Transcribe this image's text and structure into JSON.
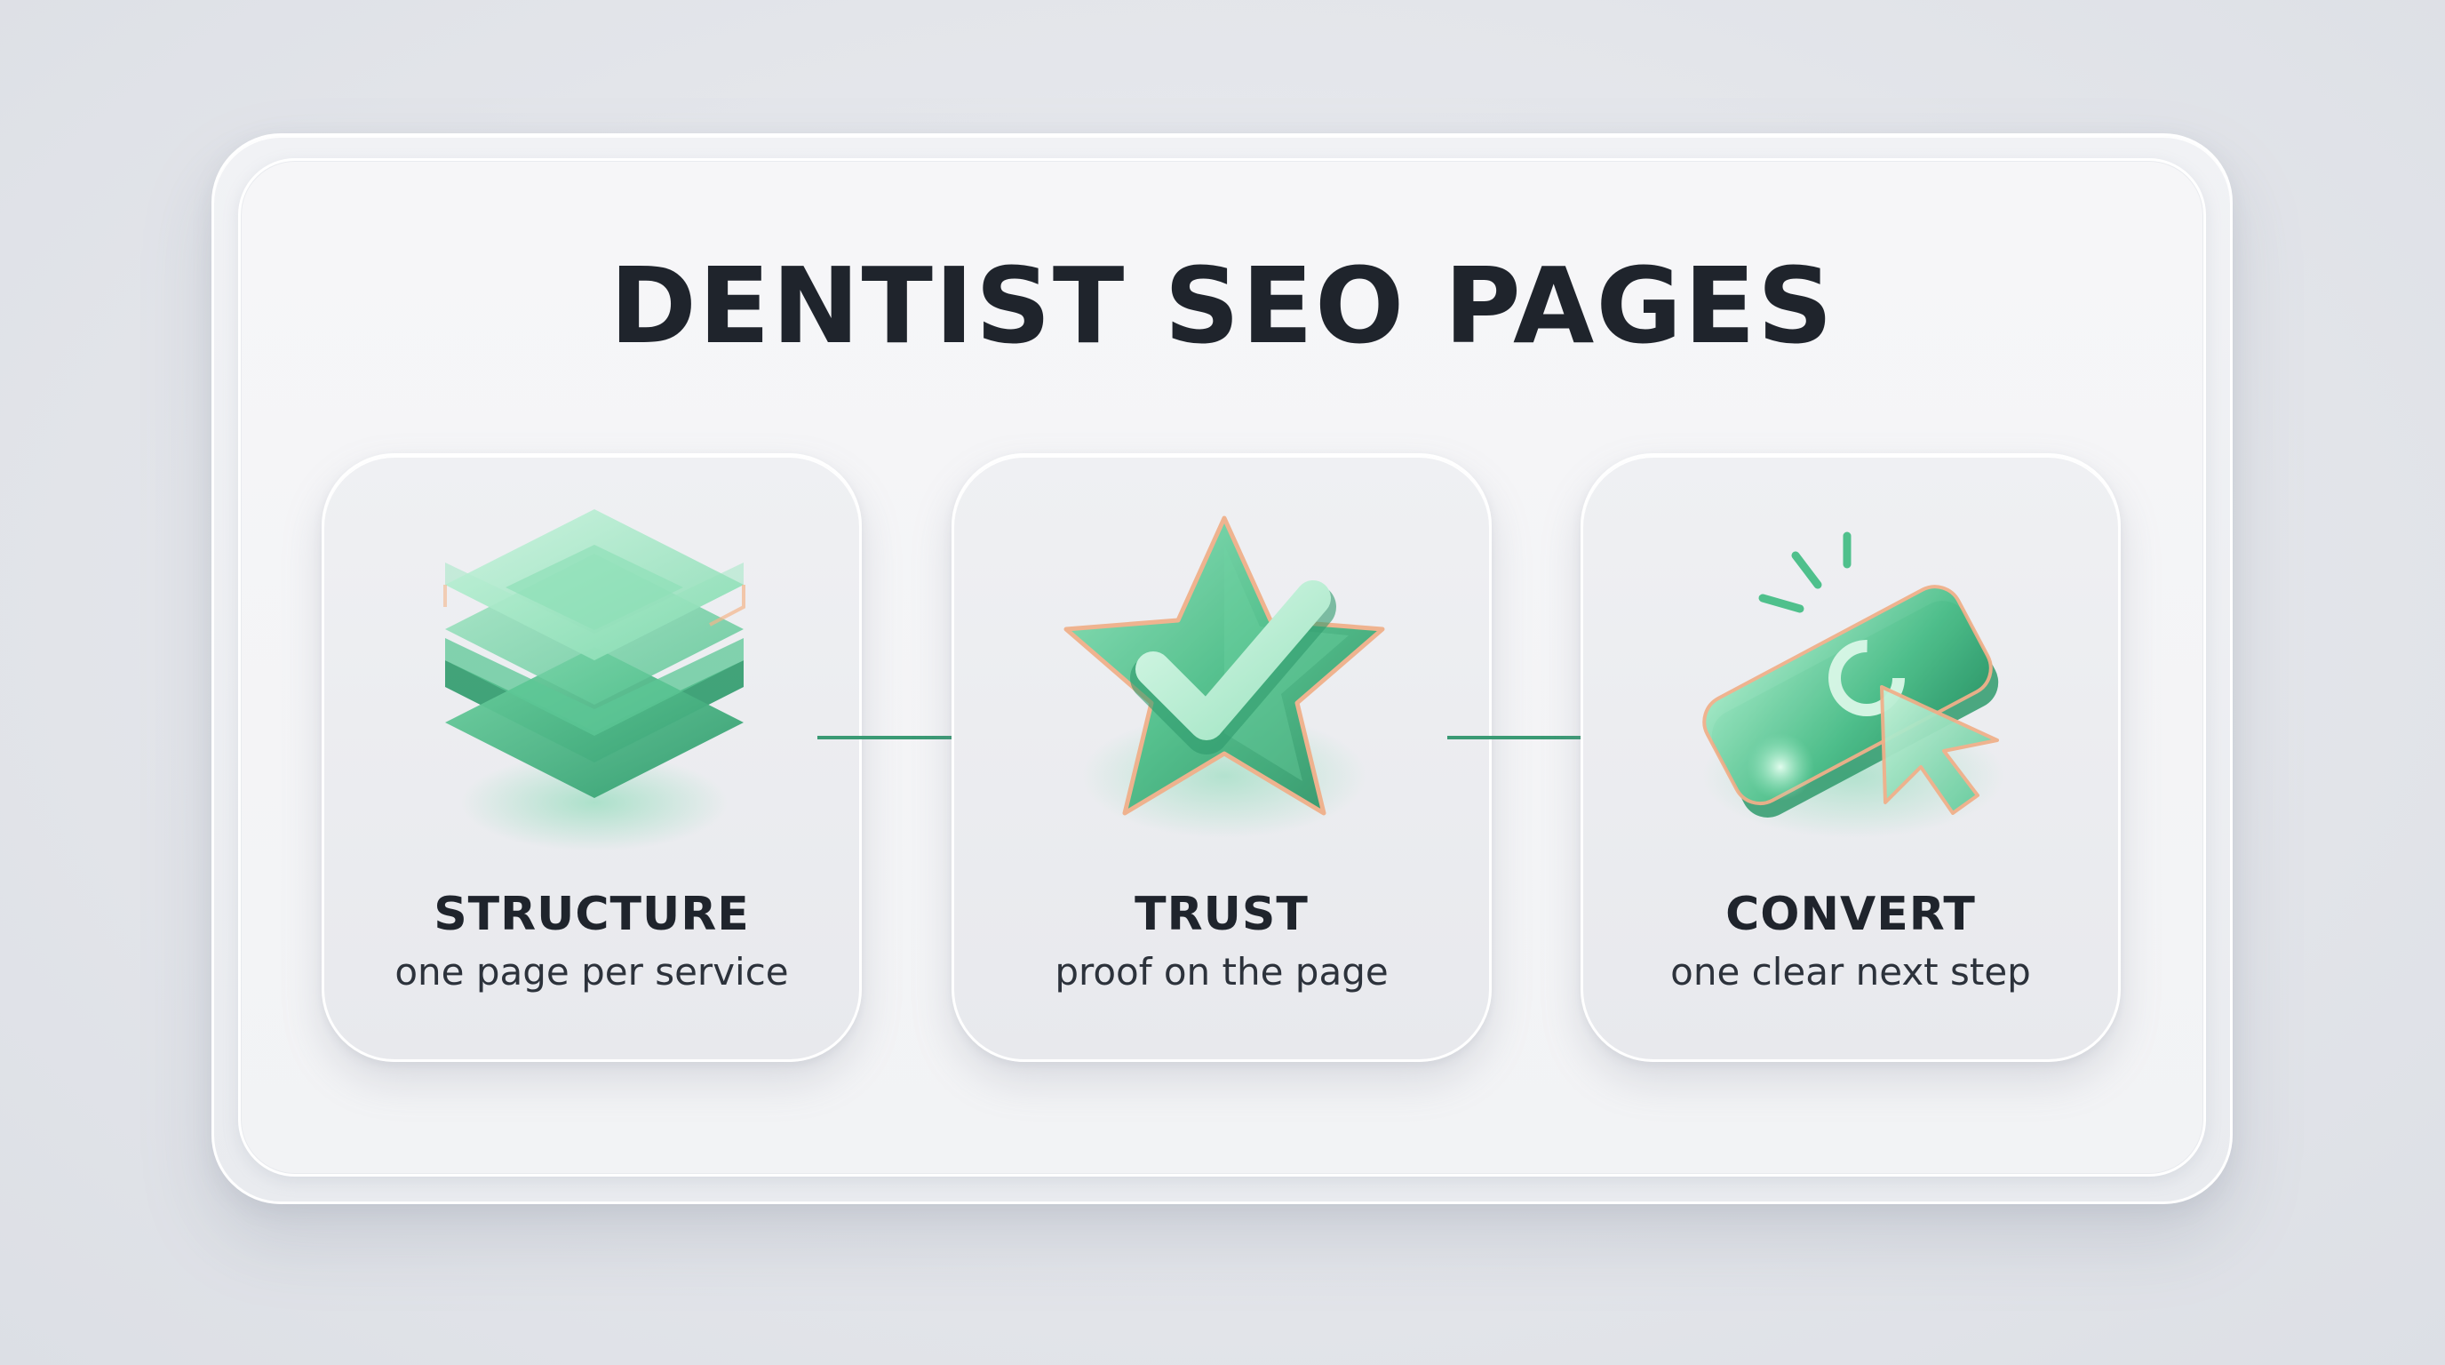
{
  "title": "DENTIST SEO PAGES",
  "colors": {
    "accent": "#3fb886",
    "accent_dark": "#2f9a6c",
    "text": "#1f242c"
  },
  "steps": [
    {
      "icon": "layers-stack-icon",
      "title": "STRUCTURE",
      "subtitle": "one page per service"
    },
    {
      "icon": "star-check-icon",
      "title": "TRUST",
      "subtitle": "proof on the page"
    },
    {
      "icon": "click-button-cursor-icon",
      "title": "CONVERT",
      "subtitle": "one clear next step"
    }
  ]
}
